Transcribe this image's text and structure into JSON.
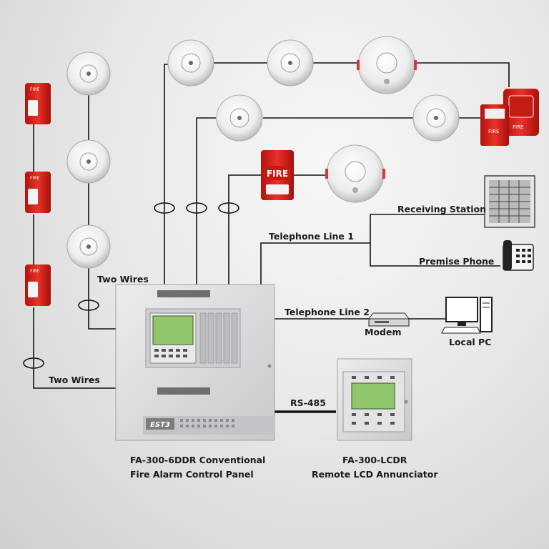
{
  "labels": {
    "two_wires_top": "Two Wires",
    "two_wires_bottom": "Two Wires",
    "receiving_station": "Receiving Station",
    "telephone_line_1": "Telephone Line 1",
    "premise_phone": "Premise Phone",
    "telephone_line_2": "Telephone Line 2",
    "modem": "Modem",
    "local_pc": "Local PC",
    "rs485": "RS-485"
  },
  "panel": {
    "brand": "EST3",
    "caption_line1": "FA-300-6DDR Conventional",
    "caption_line2": "Fire Alarm Control Panel"
  },
  "annunciator": {
    "caption_line1": "FA-300-LCDR",
    "caption_line2": "Remote LCD Annunciator"
  },
  "devices": {
    "fire_text": "FIRE",
    "pull_station_text": "FIRE"
  },
  "colors": {
    "wire": "#111111",
    "panel": "#d9d9dc",
    "horn_strobe": "#d8261f",
    "lcd": "#8fc66b"
  }
}
